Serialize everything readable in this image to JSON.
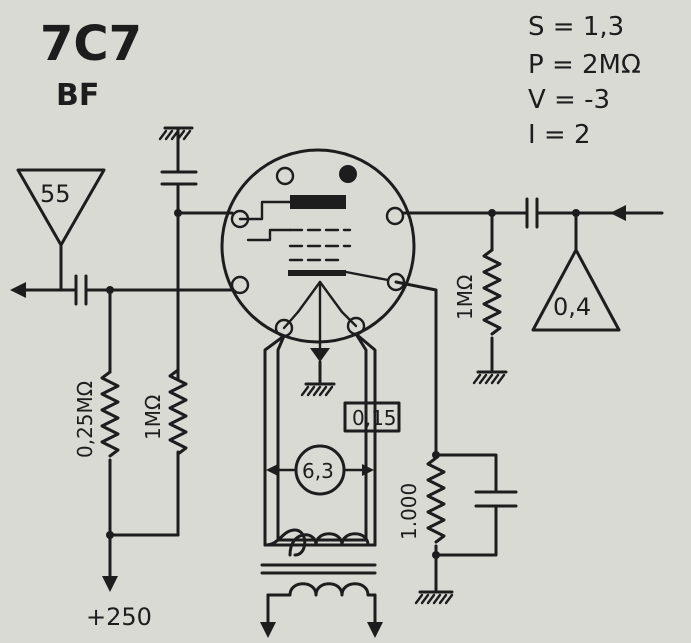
{
  "header": {
    "tube": "7C7",
    "function": "BF"
  },
  "params": {
    "s": "S = 1,3",
    "p": "P = 2MΩ",
    "v": "V = -3",
    "i": "I = 2"
  },
  "labels": {
    "in_gain": "55",
    "out_gain": "0,4",
    "plate_res": "0,25MΩ",
    "screen_res": "1MΩ",
    "grid_res": "1MΩ",
    "cathode_res": "1.000",
    "heater_current": "0,15",
    "heater_voltage": "6,3",
    "supply": "+250"
  }
}
